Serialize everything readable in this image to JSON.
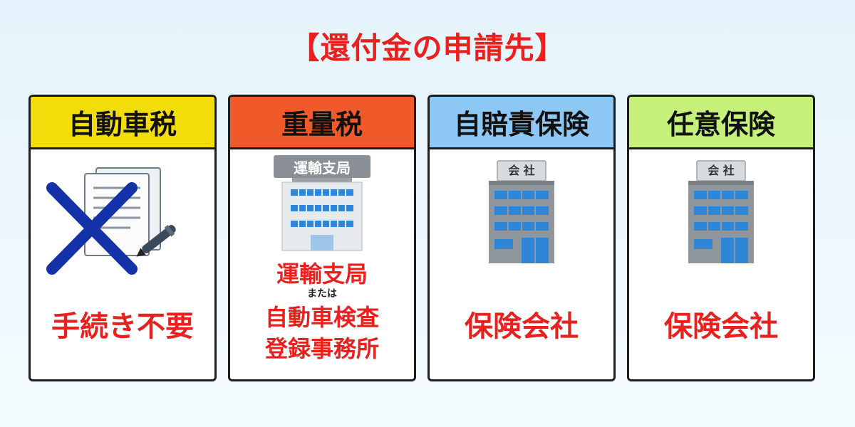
{
  "title": "【還付金の申請先】",
  "colors": {
    "title": "#e8211e",
    "header_car_tax": "#f2dc0a",
    "header_weight_tax": "#f05a2a",
    "header_compulsory": "#8dc8f5",
    "header_voluntary": "#c5f17a",
    "result_text": "#e8211e"
  },
  "cards": [
    {
      "header": "自動車税",
      "icon": "crossed-out-document-icon",
      "result": "手続き不要"
    },
    {
      "header": "重量税",
      "icon": "transport-bureau-building-icon",
      "building_sign": "運輸支局",
      "result_line1": "運輸支局",
      "result_or": "または",
      "result_line2": "自動車検査",
      "result_line3": "登録事務所"
    },
    {
      "header": "自賠責保険",
      "icon": "company-building-icon",
      "building_sign": "会 社",
      "result": "保険会社"
    },
    {
      "header": "任意保険",
      "icon": "company-building-icon",
      "building_sign": "会 社",
      "result": "保険会社"
    }
  ]
}
